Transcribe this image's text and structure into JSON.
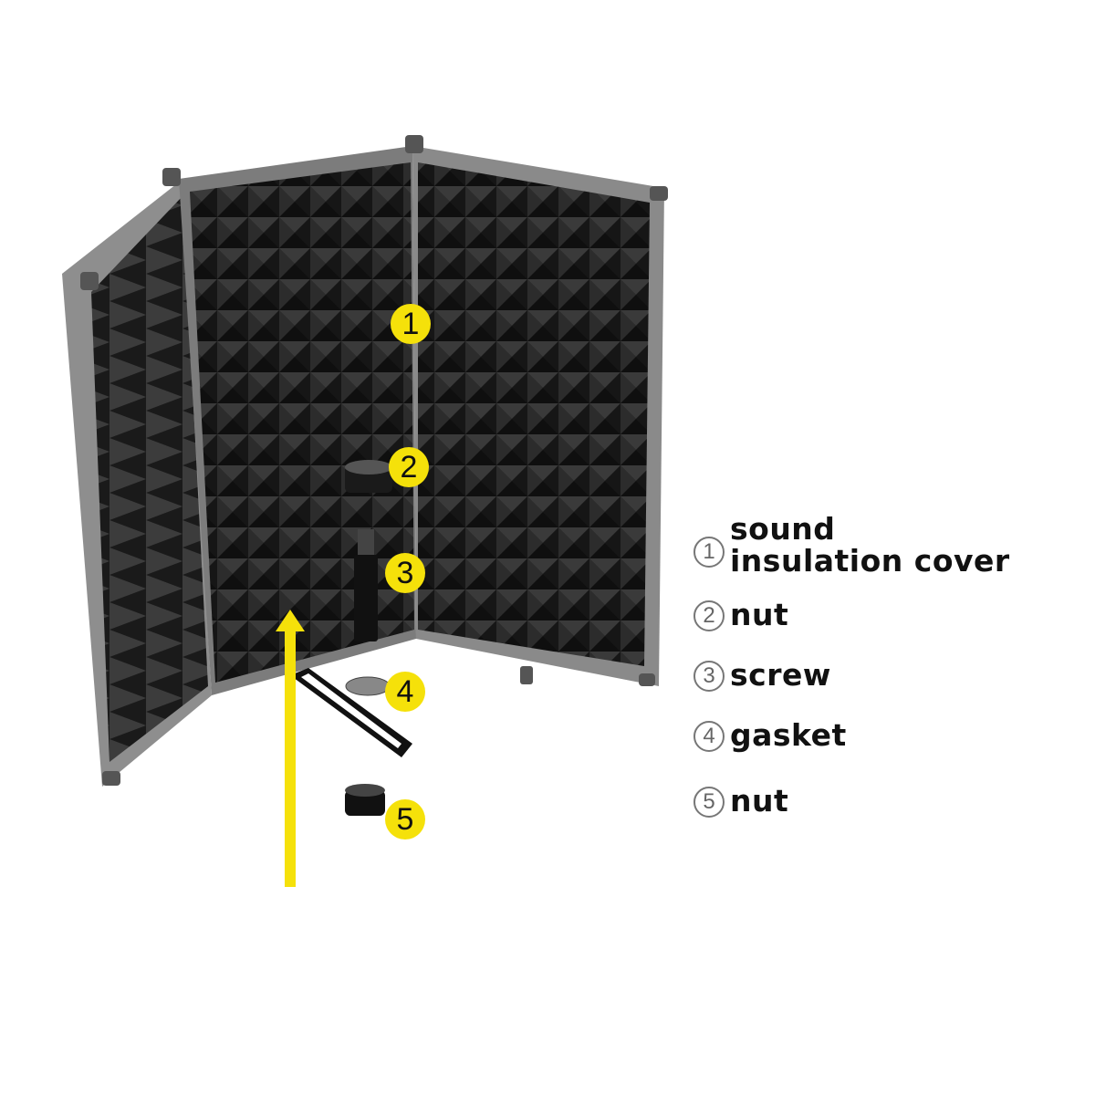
{
  "colors": {
    "callout": "#f5e10a",
    "arrow": "#f5e10a",
    "foam": "#2a2a2a",
    "frame": "#8a8a8a"
  },
  "callouts": [
    "1",
    "2",
    "3",
    "4",
    "5"
  ],
  "legend": [
    {
      "num": "1",
      "label_line1": "sound",
      "label_line2": "insulation cover"
    },
    {
      "num": "2",
      "label": "nut"
    },
    {
      "num": "3",
      "label": "screw"
    },
    {
      "num": "4",
      "label": "gasket"
    },
    {
      "num": "5",
      "label": "nut"
    }
  ]
}
